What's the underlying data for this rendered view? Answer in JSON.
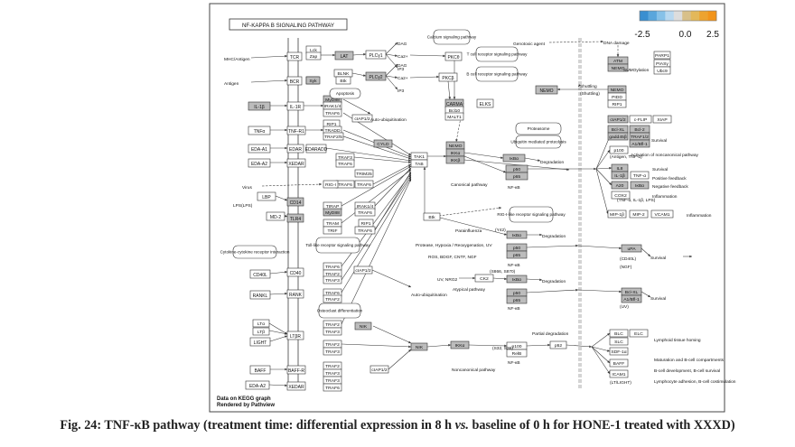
{
  "title": "NF-KAPPA B SIGNALING PATHWAY",
  "scale": {
    "min": "-2.5",
    "mid": "0.0",
    "max": "2.5",
    "colors": [
      "#3a8fd0",
      "#5aa6dc",
      "#86c1e8",
      "#b7d8f0",
      "#dddddd",
      "#d8c08a",
      "#e3b85a",
      "#eda32f",
      "#f2941a"
    ]
  },
  "footer": {
    "line1": "Data on KEGG graph",
    "line2": "Rendered by Pathview"
  },
  "caption": {
    "prefix": "Fig. 24: TNF-κB pathway (treatment time: differential expression in 8 h ",
    "vs": "vs.",
    "suffix": " baseline of 0 h for HONE-1 treated with XXXD)"
  },
  "nodes": [
    {
      "t": "MHC/Antigen",
      "k": "lbl"
    },
    {
      "t": "Antigen",
      "k": "lbl"
    },
    {
      "t": "IL-1β",
      "k": "g"
    },
    {
      "t": "TNFα",
      "k": "w"
    },
    {
      "t": "EDA-A1",
      "k": "w"
    },
    {
      "t": "EDA-A2",
      "k": "w"
    },
    {
      "t": "Virus",
      "k": "lbl"
    },
    {
      "t": "LBP",
      "k": "w"
    },
    {
      "t": "LPS(LPS)",
      "k": "lbl"
    },
    {
      "t": "MD-2",
      "k": "w"
    },
    {
      "t": "CD40L",
      "k": "w"
    },
    {
      "t": "RANKL",
      "k": "w"
    },
    {
      "t": "LTα",
      "k": "w"
    },
    {
      "t": "LTβ",
      "k": "w"
    },
    {
      "t": "LIGHT",
      "k": "w"
    },
    {
      "t": "BAFF",
      "k": "w"
    },
    {
      "t": "EDA-A2",
      "k": "w"
    },
    {
      "t": "TCR",
      "k": "w"
    },
    {
      "t": "BCR",
      "k": "w"
    },
    {
      "t": "IL-1R",
      "k": "w"
    },
    {
      "t": "TNF-R1",
      "k": "w"
    },
    {
      "t": "EDAR",
      "k": "w"
    },
    {
      "t": "XEDAR",
      "k": "w"
    },
    {
      "t": "CD14",
      "k": "g"
    },
    {
      "t": "TLR4",
      "k": "g"
    },
    {
      "t": "CD40",
      "k": "w"
    },
    {
      "t": "RANK",
      "k": "w"
    },
    {
      "t": "LTβR",
      "k": "w"
    },
    {
      "t": "BAFF-R",
      "k": "w"
    },
    {
      "t": "XEDAR",
      "k": "w"
    },
    {
      "t": "Lck",
      "k": "w"
    },
    {
      "t": "Zap",
      "k": "w"
    },
    {
      "t": "Lyn",
      "k": "w"
    },
    {
      "t": "Syk",
      "k": "g"
    },
    {
      "t": "LAT",
      "k": "g"
    },
    {
      "t": "BLNK",
      "k": "w"
    },
    {
      "t": "Btk",
      "k": "w"
    },
    {
      "t": "PLCγ1",
      "k": "w"
    },
    {
      "t": "PLCγ2",
      "k": "g"
    },
    {
      "t": "DAG",
      "k": "lbl"
    },
    {
      "t": "Ca2+",
      "k": "lbl"
    },
    {
      "t": "IP3",
      "k": "lbl"
    },
    {
      "t": "DAG",
      "k": "lbl"
    },
    {
      "t": "Ca2+",
      "k": "lbl"
    },
    {
      "t": "IP3",
      "k": "lbl"
    },
    {
      "t": "Calcium signaling pathway",
      "k": "path"
    },
    {
      "t": "T cell receptor signaling pathway",
      "k": "path"
    },
    {
      "t": "B cell receptor signaling pathway",
      "k": "path"
    },
    {
      "t": "PKCθ",
      "k": "w"
    },
    {
      "t": "PKCβ",
      "k": "w"
    },
    {
      "t": "CARMA",
      "k": "g"
    },
    {
      "t": "Bcl10",
      "k": "w"
    },
    {
      "t": "MALT1",
      "k": "w"
    },
    {
      "t": "ELKS",
      "k": "w"
    },
    {
      "t": "MyD88",
      "k": "g"
    },
    {
      "t": "IRAK1/4",
      "k": "w"
    },
    {
      "t": "TRAF6",
      "k": "w"
    },
    {
      "t": "RIP1",
      "k": "w"
    },
    {
      "t": "TRADD",
      "k": "w"
    },
    {
      "t": "TRAF2/5",
      "k": "w"
    },
    {
      "t": "cIAP1/2",
      "k": "w"
    },
    {
      "t": "Apoptosis",
      "k": "path"
    },
    {
      "t": "Auto-ubiquitination",
      "k": "lbl"
    },
    {
      "t": "EDARADD",
      "k": "w"
    },
    {
      "t": "CYLD",
      "k": "g"
    },
    {
      "t": "TRAF3",
      "k": "w"
    },
    {
      "t": "TRAF6",
      "k": "w"
    },
    {
      "t": "TRAF6",
      "k": "w"
    },
    {
      "t": "TRIM25",
      "k": "w"
    },
    {
      "t": "RIG-I",
      "k": "w"
    },
    {
      "t": "TRAF6",
      "k": "w"
    },
    {
      "t": "TAK1",
      "k": "w"
    },
    {
      "t": "TAB",
      "k": "w"
    },
    {
      "t": "TIRAP",
      "k": "w"
    },
    {
      "t": "MyD88",
      "k": "g"
    },
    {
      "t": "IRAK1/4",
      "k": "w"
    },
    {
      "t": "TRAF6",
      "k": "w"
    },
    {
      "t": "TRAM",
      "k": "w"
    },
    {
      "t": "TRIF",
      "k": "w"
    },
    {
      "t": "RIP1",
      "k": "w"
    },
    {
      "t": "TRAF6",
      "k": "w"
    },
    {
      "t": "Toll-like receptor signaling pathway",
      "k": "path"
    },
    {
      "t": "Cytokine-cytokine receptor interaction",
      "k": "path"
    },
    {
      "t": "TRAF6",
      "k": "w"
    },
    {
      "t": "TRAF2",
      "k": "w"
    },
    {
      "t": "TRAF3",
      "k": "w"
    },
    {
      "t": "cIAP1/2",
      "k": "w"
    },
    {
      "t": "TRAF6",
      "k": "w"
    },
    {
      "t": "TRAF2",
      "k": "w"
    },
    {
      "t": "Osteoclast differentiation",
      "k": "path"
    },
    {
      "t": "TRAF2",
      "k": "w"
    },
    {
      "t": "TRAF3",
      "k": "w"
    },
    {
      "t": "NIK",
      "k": "g"
    },
    {
      "t": "TRAF2",
      "k": "w"
    },
    {
      "t": "TRAF3",
      "k": "w"
    },
    {
      "t": "TRAF2",
      "k": "w"
    },
    {
      "t": "TRAF3",
      "k": "w"
    },
    {
      "t": "cIAP1/2",
      "k": "w"
    },
    {
      "t": "TRAF3",
      "k": "w"
    },
    {
      "t": "TRAF6",
      "k": "w"
    },
    {
      "t": "NEMO",
      "k": "g"
    },
    {
      "t": "IKKα",
      "k": "g"
    },
    {
      "t": "IKKβ",
      "k": "g"
    },
    {
      "t": "Canonical pathway",
      "k": "lbl"
    },
    {
      "t": "Ubiquitin mediated proteolysis",
      "k": "path"
    },
    {
      "t": "Proteasome",
      "k": "path"
    },
    {
      "t": "IκBα",
      "k": "g"
    },
    {
      "t": "p50",
      "k": "g"
    },
    {
      "t": "p65",
      "k": "g"
    },
    {
      "t": "NF-κB",
      "k": "lbl"
    },
    {
      "t": "Degradation",
      "k": "lbl"
    },
    {
      "t": "Genotoxic agent",
      "k": "lbl"
    },
    {
      "t": "DNA damage",
      "k": "lbl"
    },
    {
      "t": "ATM",
      "k": "g"
    },
    {
      "t": "NEMO",
      "k": "g"
    },
    {
      "t": "SUMOylation",
      "k": "lbl"
    },
    {
      "t": "PARP1",
      "k": "w"
    },
    {
      "t": "PIASγ",
      "k": "w"
    },
    {
      "t": "Ubc9",
      "k": "w"
    },
    {
      "t": "NEMO",
      "k": "g"
    },
    {
      "t": "Shuttling",
      "k": "lbl"
    },
    {
      "t": "NEMO",
      "k": "g"
    },
    {
      "t": "PIDD",
      "k": "w"
    },
    {
      "t": "RIP1",
      "k": "w"
    },
    {
      "t": "cIAP1/2",
      "k": "g"
    },
    {
      "t": "c-FLIP",
      "k": "w"
    },
    {
      "t": "XIAP",
      "k": "w"
    },
    {
      "t": "Bcl-XL",
      "k": "g"
    },
    {
      "t": "Bcl-2",
      "k": "g"
    },
    {
      "t": "gadd45β",
      "k": "g"
    },
    {
      "t": "TRAF1/2",
      "k": "g"
    },
    {
      "t": "A1/Bfl-1",
      "k": "g"
    },
    {
      "t": "Survival",
      "k": "lbl"
    },
    {
      "t": "p100",
      "k": "w"
    },
    {
      "t": "Activation of noncanonical pathway",
      "k": "lbl"
    },
    {
      "t": "IL8",
      "k": "g"
    },
    {
      "t": "IL-1β",
      "k": "g"
    },
    {
      "t": "TNF-α",
      "k": "w"
    },
    {
      "t": "Survival",
      "k": "lbl"
    },
    {
      "t": "Positive feedback",
      "k": "lbl"
    },
    {
      "t": "A20",
      "k": "g"
    },
    {
      "t": "IκBα",
      "k": "g"
    },
    {
      "t": "Negative feedback",
      "k": "lbl"
    },
    {
      "t": "COX2",
      "k": "w"
    },
    {
      "t": "Inflammation",
      "k": "lbl"
    },
    {
      "t": "MIP-1β",
      "k": "w"
    },
    {
      "t": "MIP-2",
      "k": "w"
    },
    {
      "t": "VCAM1",
      "k": "w"
    },
    {
      "t": "Inflammation",
      "k": "lbl"
    },
    {
      "t": "(TNF-α, IL-1β, LPS)",
      "k": "lbl"
    },
    {
      "t": "(Antigen, TNF-α)",
      "k": "lbl"
    },
    {
      "t": "Btk",
      "k": "w"
    },
    {
      "t": "RIG-I-like receptor signaling pathway",
      "k": "path"
    },
    {
      "t": "Parainfluenza",
      "k": "lbl"
    },
    {
      "t": "IκBα",
      "k": "g"
    },
    {
      "t": "p50",
      "k": "g"
    },
    {
      "t": "p65",
      "k": "g"
    },
    {
      "t": "NF-κB",
      "k": "lbl"
    },
    {
      "t": "Degradation",
      "k": "lbl"
    },
    {
      "t": "UV, NRG2",
      "k": "lbl"
    },
    {
      "t": "CK2",
      "k": "w"
    },
    {
      "t": "IκBα",
      "k": "g"
    },
    {
      "t": "p50",
      "k": "g"
    },
    {
      "t": "p65",
      "k": "g"
    },
    {
      "t": "Atypical pathway",
      "k": "lbl"
    },
    {
      "t": "NF-κB",
      "k": "lbl"
    },
    {
      "t": "Degradation",
      "k": "lbl"
    },
    {
      "t": "Auto-ubiquitination",
      "k": "lbl"
    },
    {
      "t": "NIK",
      "k": "g"
    },
    {
      "t": "IKKα",
      "k": "g"
    },
    {
      "t": "p100",
      "k": "w"
    },
    {
      "t": "RelB",
      "k": "w"
    },
    {
      "t": "p52",
      "k": "w"
    },
    {
      "t": "Partial degradation",
      "k": "lbl"
    },
    {
      "t": "NF-κB",
      "k": "lbl"
    },
    {
      "t": "Noncanonical pathway",
      "k": "lbl"
    },
    {
      "t": "uPA",
      "k": "g"
    },
    {
      "t": "Survival",
      "k": "lbl"
    },
    {
      "t": "Bcl-XL",
      "k": "g"
    },
    {
      "t": "A1/Bfl-1",
      "k": "g"
    },
    {
      "t": "Survival",
      "k": "lbl"
    },
    {
      "t": "BLC",
      "k": "w"
    },
    {
      "t": "ELC",
      "k": "w"
    },
    {
      "t": "SLC",
      "k": "w"
    },
    {
      "t": "SDF-1α",
      "k": "w"
    },
    {
      "t": "BAFF",
      "k": "w"
    },
    {
      "t": "ICAM1",
      "k": "w"
    },
    {
      "t": "Lymphoid tissue homing",
      "k": "lbl"
    },
    {
      "t": "Maturation and B-cell compartments",
      "k": "lbl"
    },
    {
      "t": "B-cell development, B-cell survival",
      "k": "lbl"
    },
    {
      "t": "Lymphocyte adhesion, B-cell costimulation",
      "k": "lbl"
    },
    {
      "t": "(LT/LIGHT)",
      "k": "lbl"
    },
    {
      "t": "(CD40L)",
      "k": "lbl"
    },
    {
      "t": "(UV)",
      "k": "lbl"
    },
    {
      "t": "(NGF)",
      "k": "lbl"
    },
    {
      "t": "(Shuttling)",
      "k": "lbl"
    },
    {
      "t": "Protease, Hypoxia / Reoxygenation, UV",
      "k": "lbl"
    },
    {
      "t": "ROS, BDGF, CNTF, NGF",
      "k": "lbl"
    },
    {
      "t": "(S32, S36)",
      "k": "lbl"
    },
    {
      "t": "(Y42)",
      "k": "lbl"
    },
    {
      "t": "(S866, S870)",
      "k": "lbl"
    },
    {
      "t": "(S/T-PEST)",
      "k": "lbl"
    }
  ]
}
